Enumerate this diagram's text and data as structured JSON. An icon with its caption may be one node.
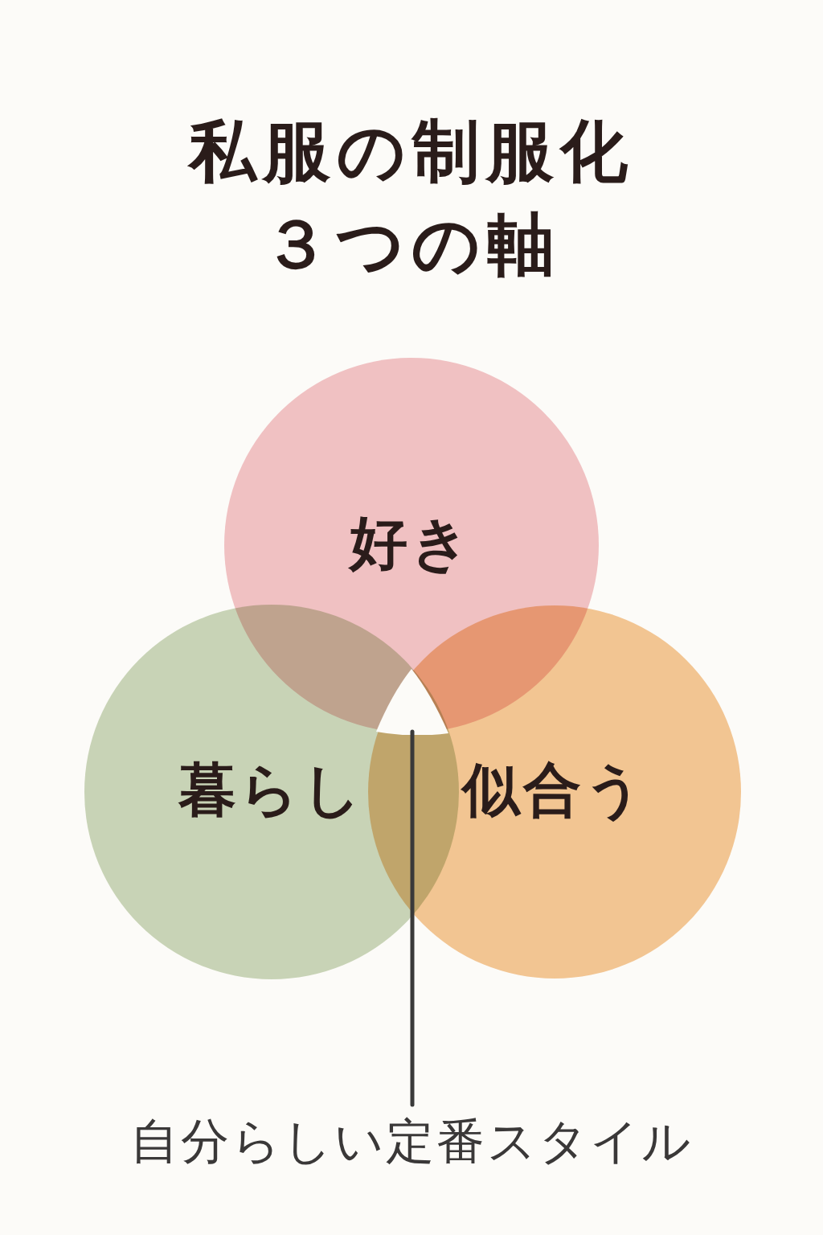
{
  "diagram": {
    "title": "私服の制服化３つの軸",
    "nodes": [
      {
        "text": [
          "好き"
        ]
      },
      {
        "text": [
          "暮らし"
        ]
      },
      {
        "text": [
          "似合う"
        ]
      },
      {
        "text": [
          "自分らしい定番スタイル"
        ]
      },
      {
        "text": [],
        "shape": "triangle"
      }
    ],
    "edges": [
      {
        "from": 3,
        "to": 4,
        "arrow": "none"
      }
    ]
  }
}
